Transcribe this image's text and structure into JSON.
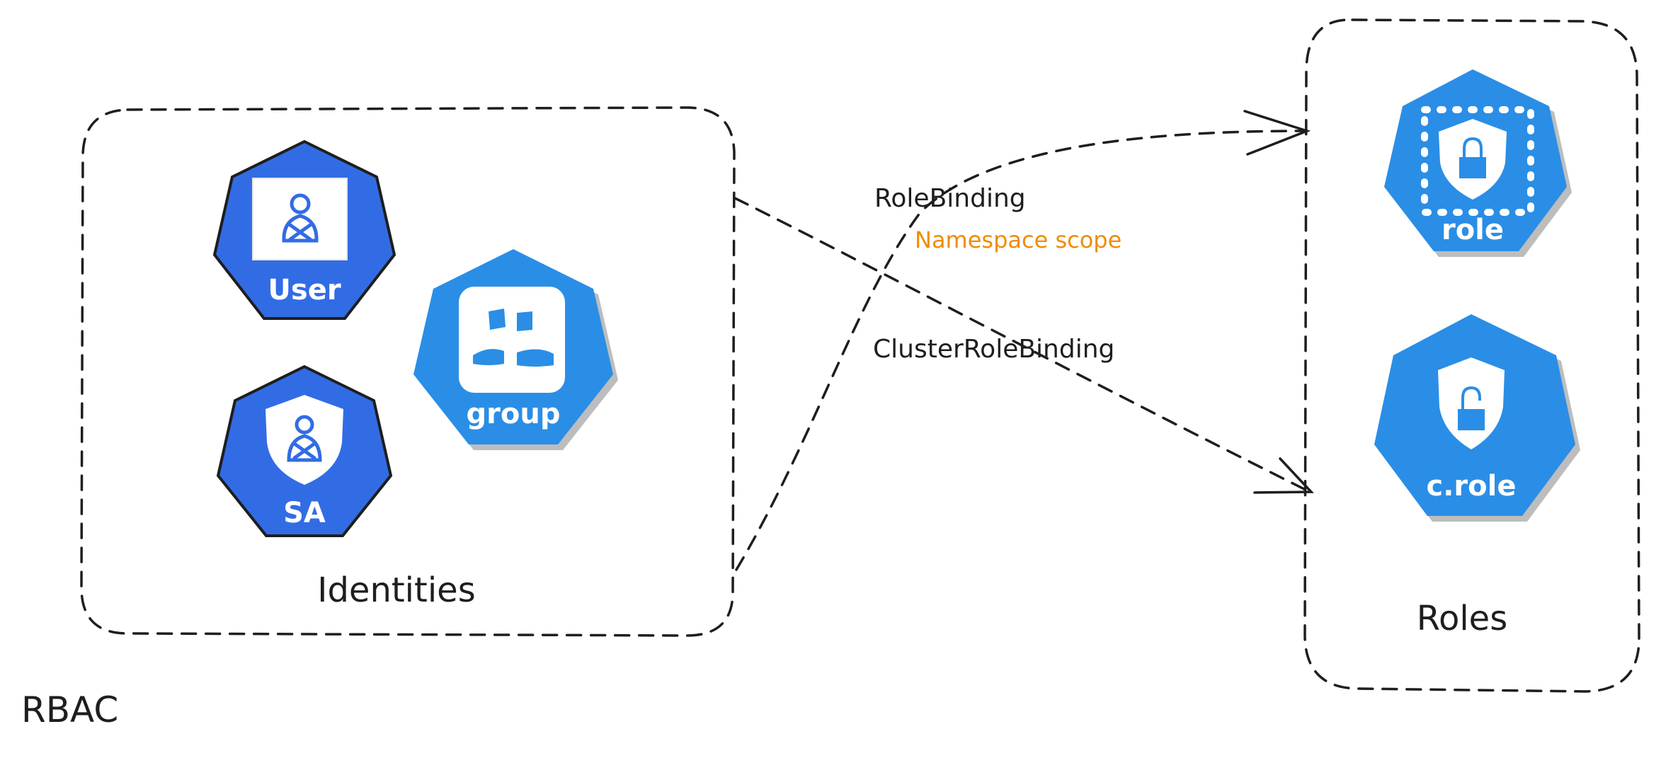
{
  "diagram": {
    "title": "RBAC",
    "identities": {
      "label": "Identities",
      "nodes": [
        {
          "label": "User",
          "icon": "user-icon",
          "color": "#326ce5"
        },
        {
          "label": "SA",
          "icon": "service-account-icon",
          "color": "#326ce5"
        },
        {
          "label": "group",
          "icon": "group-icon",
          "color": "#2a8ee6"
        }
      ]
    },
    "roles": {
      "label": "Roles",
      "nodes": [
        {
          "label": "role",
          "icon": "role-lock-icon",
          "color": "#2a8ee6"
        },
        {
          "label": "c.role",
          "icon": "cluster-role-lock-icon",
          "color": "#2a8ee6"
        }
      ]
    },
    "bindings": {
      "role_binding": "RoleBinding",
      "role_binding_note": "Namespace scope",
      "cluster_role_binding": "ClusterRoleBinding"
    },
    "colors": {
      "k8s_blue": "#326ce5",
      "light_blue": "#2a8ee6",
      "note_orange": "#f08c00",
      "ink": "#1e1e1e"
    }
  }
}
